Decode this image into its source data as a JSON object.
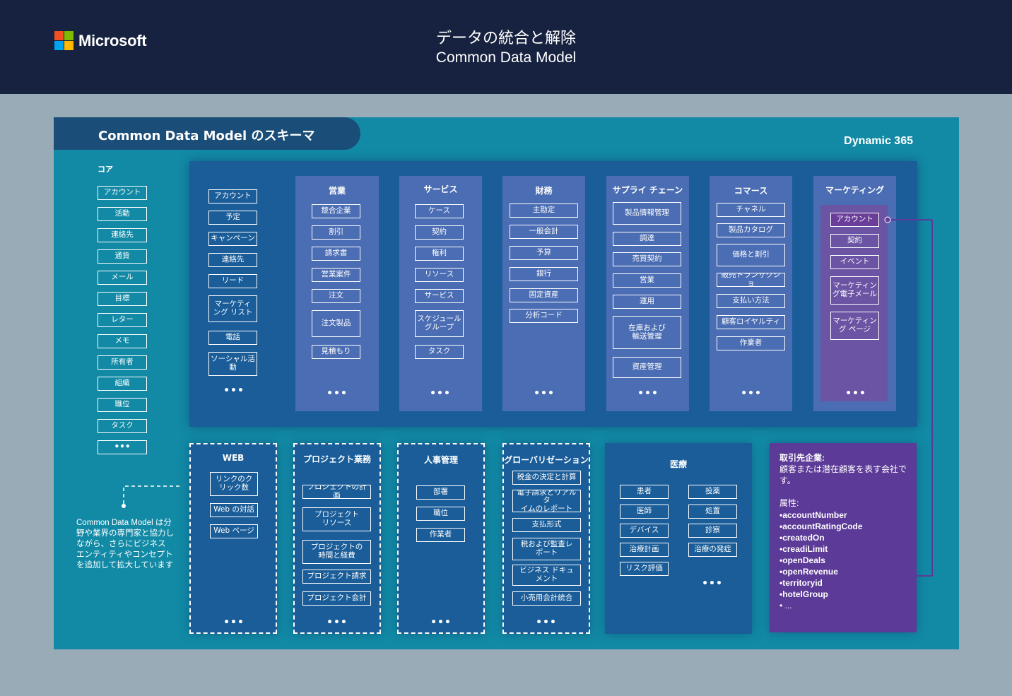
{
  "header": {
    "brand": "Microsoft",
    "brand_colors": [
      "#f25022",
      "#7fba00",
      "#00a4ef",
      "#ffb900"
    ],
    "title_ja": "データの統合と解除",
    "title_en": "Common Data Model"
  },
  "schema": {
    "title": "Common Data Model のスキーマ",
    "platform": "Dynamic 365"
  },
  "core": {
    "label": "コア",
    "items": [
      "アカウント",
      "活動",
      "連絡先",
      "通貨",
      "メール",
      "目標",
      "レター",
      "メモ",
      "所有者",
      "組織",
      "職位",
      "タスク"
    ],
    "more": "•••"
  },
  "dynamics": {
    "base": {
      "items": [
        "アカウント",
        "予定",
        "キャンペーン",
        "連絡先",
        "リード",
        "マーケティ\nング リスト",
        "電話",
        "ソーシャル活\n動"
      ],
      "more": "•••"
    },
    "sales": {
      "title": "営業",
      "items": [
        "競合企業",
        "割引",
        "請求書",
        "営業案件",
        "注文",
        "注文製品",
        "見積もり"
      ],
      "more": "•••"
    },
    "service": {
      "title": "サービス",
      "items": [
        "ケース",
        "契約",
        "権利",
        "リソース",
        "サービス",
        "スケジュール\nグループ",
        "タスク"
      ],
      "more": "•••"
    },
    "finance": {
      "title": "財務",
      "items": [
        "主勘定",
        "一般会計",
        "予算",
        "銀行",
        "固定資産",
        "分析コード"
      ],
      "more": "•••"
    },
    "supply_chain": {
      "title": "サプライ チェーン",
      "items": [
        "製品情報管理",
        "調達",
        "売買契約",
        "営業",
        "運用",
        "在庫および\n輸送管理",
        "資産管理"
      ],
      "more": "•••"
    },
    "commerce": {
      "title": "コマース",
      "items": [
        "チャネル",
        "製品カタログ",
        "価格と割引",
        "販売トランザクショ",
        "支払い方法",
        "顧客ロイヤルティ",
        "作業者"
      ],
      "more": "•••"
    },
    "marketing": {
      "title": "マーケティング",
      "items": [
        "アカウント",
        "契約",
        "イベント",
        "マーケティン\nグ電子メール",
        "マーケティン\nグ ページ"
      ],
      "more": "•••",
      "accent_color": "#6a54a3"
    }
  },
  "extensions": {
    "web": {
      "title": "WEB",
      "items": [
        "リンクのク\nリック数",
        "Web の対話",
        "Web ページ"
      ],
      "more": "•••"
    },
    "project": {
      "title": "プロジェクト業務",
      "items": [
        "プロジェクトの計画",
        "プロジェクト\nリソース",
        "プロジェクトの\n時間と経費",
        "プロジェクト請求",
        "プロジェクト会計"
      ],
      "more": "•••"
    },
    "hr": {
      "title": "人事管理",
      "items": [
        "部署",
        "職位",
        "作業者"
      ],
      "more": "•••"
    },
    "globalization": {
      "title": "グローバリゼーション",
      "items": [
        "税金の決定と計算",
        "電子請求とリアルタ\nイムのレポート",
        "支払形式",
        "税および監査レ\nポート",
        "ビジネス ドキュ\nメント",
        "小売用会計統合"
      ],
      "more": "•••"
    },
    "healthcare": {
      "title": "医療",
      "items_left": [
        "患者",
        "医師",
        "デバイス",
        "治療計画",
        "リスク評価"
      ],
      "items_right": [
        "投薬",
        "処置",
        "診察",
        "治療の発症"
      ],
      "more": "•••"
    }
  },
  "info": {
    "heading": "取引先企業:",
    "description": "顧客または潜在顧客を表す会社です。",
    "attributes_label": "属性:",
    "attributes": [
      "accountNumber",
      "accountRatingCode",
      "createdOn",
      "creadiLimit",
      "openDeals",
      "openRevenue",
      "territoryid",
      "hotelGroup"
    ],
    "more": "• ...",
    "color": "#5c3a97"
  },
  "note": "Common Data Model は分野や業界の専門家と協力しながら、さらにビジネス エンティティやコンセプトを追加して拡大しています",
  "colors": {
    "header_bg": "#16223f",
    "page_bg": "#9aabb8",
    "panel_bg": "#128aa6",
    "dynamics_bg": "#1a5d99",
    "column_bg": "#4b6db3"
  }
}
